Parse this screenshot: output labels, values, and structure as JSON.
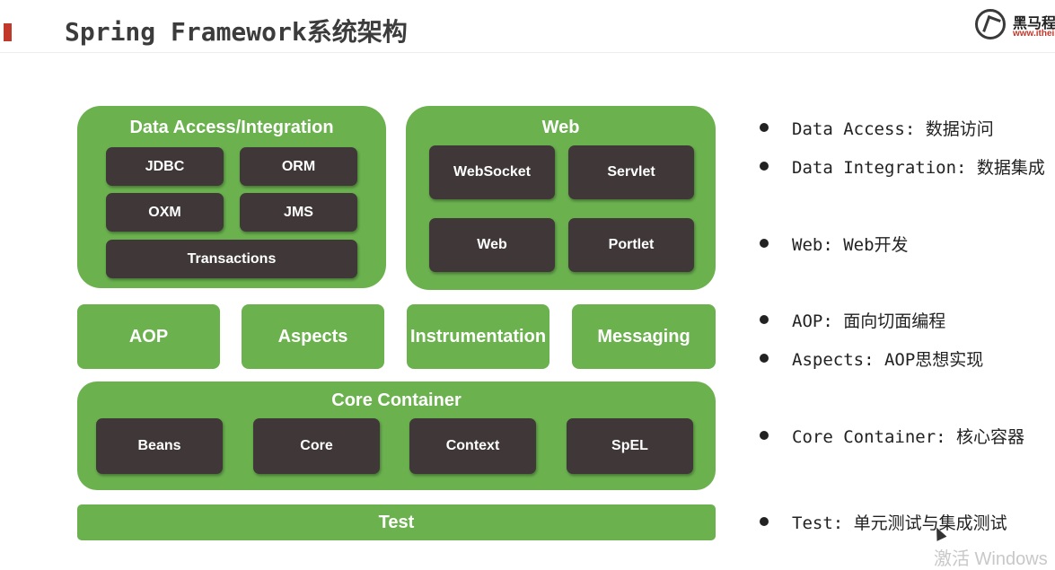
{
  "slide": {
    "title": "Spring Framework系统架构",
    "accent_color": "#c0392b"
  },
  "logo": {
    "name": "黑马程",
    "url": "www.itheim"
  },
  "diagram": {
    "module_color": "#6bb24f",
    "sub_color": "#403838",
    "data_access": {
      "title": "Data Access/Integration",
      "items": [
        "JDBC",
        "ORM",
        "OXM",
        "JMS",
        "Transactions"
      ]
    },
    "web": {
      "title": "Web",
      "items": [
        "WebSocket",
        "Servlet",
        "Web",
        "Portlet"
      ]
    },
    "middle": [
      "AOP",
      "Aspects",
      "Instrumentation",
      "Messaging"
    ],
    "core_container": {
      "title": "Core Container",
      "items": [
        "Beans",
        "Core",
        "Context",
        "SpEL"
      ]
    },
    "test": "Test"
  },
  "notes": [
    "Data Access: 数据访问",
    "Data Integration: 数据集成",
    "Web: Web开发",
    "AOP: 面向切面编程",
    "Aspects: AOP思想实现",
    "Core Container: 核心容器",
    "Test: 单元测试与集成测试"
  ],
  "watermark": "激活 Windows"
}
